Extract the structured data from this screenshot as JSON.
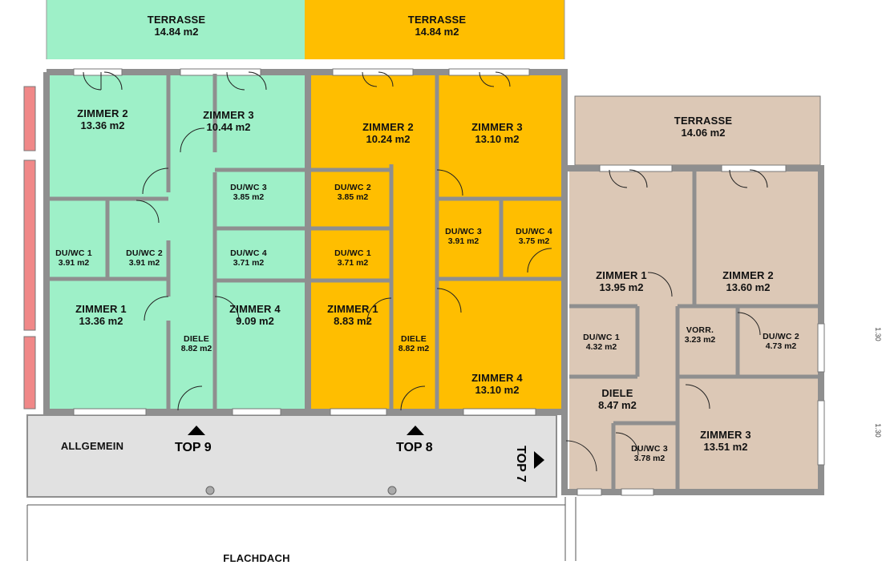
{
  "colors": {
    "top9": "#9ef0c8",
    "top8": "#ffbe00",
    "top7": "#dcc8b6",
    "common": "#e1e1e1",
    "wall": "#8f8f8f",
    "red": "#f08888"
  },
  "units": {
    "top9": {
      "label": "TOP 9",
      "terrace": {
        "name": "TERRASSE",
        "area": "14.84 m2"
      },
      "zimmer2": {
        "name": "ZIMMER 2",
        "area": "13.36 m2"
      },
      "zimmer3": {
        "name": "ZIMMER 3",
        "area": "10.44 m2"
      },
      "duwc3": {
        "name": "DU/WC 3",
        "area": "3.85 m2"
      },
      "duwc1": {
        "name": "DU/WC 1",
        "area": "3.91 m2"
      },
      "duwc2": {
        "name": "DU/WC 2",
        "area": "3.91 m2"
      },
      "duwc4": {
        "name": "DU/WC 4",
        "area": "3.71 m2"
      },
      "zimmer1": {
        "name": "ZIMMER 1",
        "area": "13.36 m2"
      },
      "diele": {
        "name": "DIELE",
        "area": "8.82 m2"
      },
      "zimmer4": {
        "name": "ZIMMER 4",
        "area": "9.09 m2"
      }
    },
    "top8": {
      "label": "TOP 8",
      "terrace": {
        "name": "TERRASSE",
        "area": "14.84 m2"
      },
      "zimmer2": {
        "name": "ZIMMER 2",
        "area": "10.24 m2"
      },
      "zimmer3": {
        "name": "ZIMMER 3",
        "area": "13.10 m2"
      },
      "duwc2": {
        "name": "DU/WC 2",
        "area": "3.85 m2"
      },
      "duwc3": {
        "name": "DU/WC 3",
        "area": "3.91 m2"
      },
      "duwc4": {
        "name": "DU/WC 4",
        "area": "3.75 m2"
      },
      "duwc1": {
        "name": "DU/WC 1",
        "area": "3.71 m2"
      },
      "zimmer1": {
        "name": "ZIMMER 1",
        "area": "8.83 m2"
      },
      "diele": {
        "name": "DIELE",
        "area": "8.82 m2"
      },
      "zimmer4": {
        "name": "ZIMMER 4",
        "area": "13.10 m2"
      }
    },
    "top7": {
      "label": "TOP 7",
      "terrace": {
        "name": "TERRASSE",
        "area": "14.06 m2"
      },
      "zimmer1": {
        "name": "ZIMMER 1",
        "area": "13.95 m2"
      },
      "zimmer2": {
        "name": "ZIMMER 2",
        "area": "13.60 m2"
      },
      "duwc1": {
        "name": "DU/WC 1",
        "area": "4.32 m2"
      },
      "vorr": {
        "name": "VORR.",
        "area": "3.23 m2"
      },
      "duwc2": {
        "name": "DU/WC 2",
        "area": "4.73 m2"
      },
      "diele": {
        "name": "DIELE",
        "area": "8.47 m2"
      },
      "duwc3": {
        "name": "DU/WC 3",
        "area": "3.78 m2"
      },
      "zimmer3": {
        "name": "ZIMMER 3",
        "area": "13.51 m2"
      }
    }
  },
  "common": {
    "allgemein": "ALLGEMEIN",
    "flachdach": "FLACHDACH"
  },
  "dims": {
    "d1": "1.30",
    "d2": "1.30"
  }
}
